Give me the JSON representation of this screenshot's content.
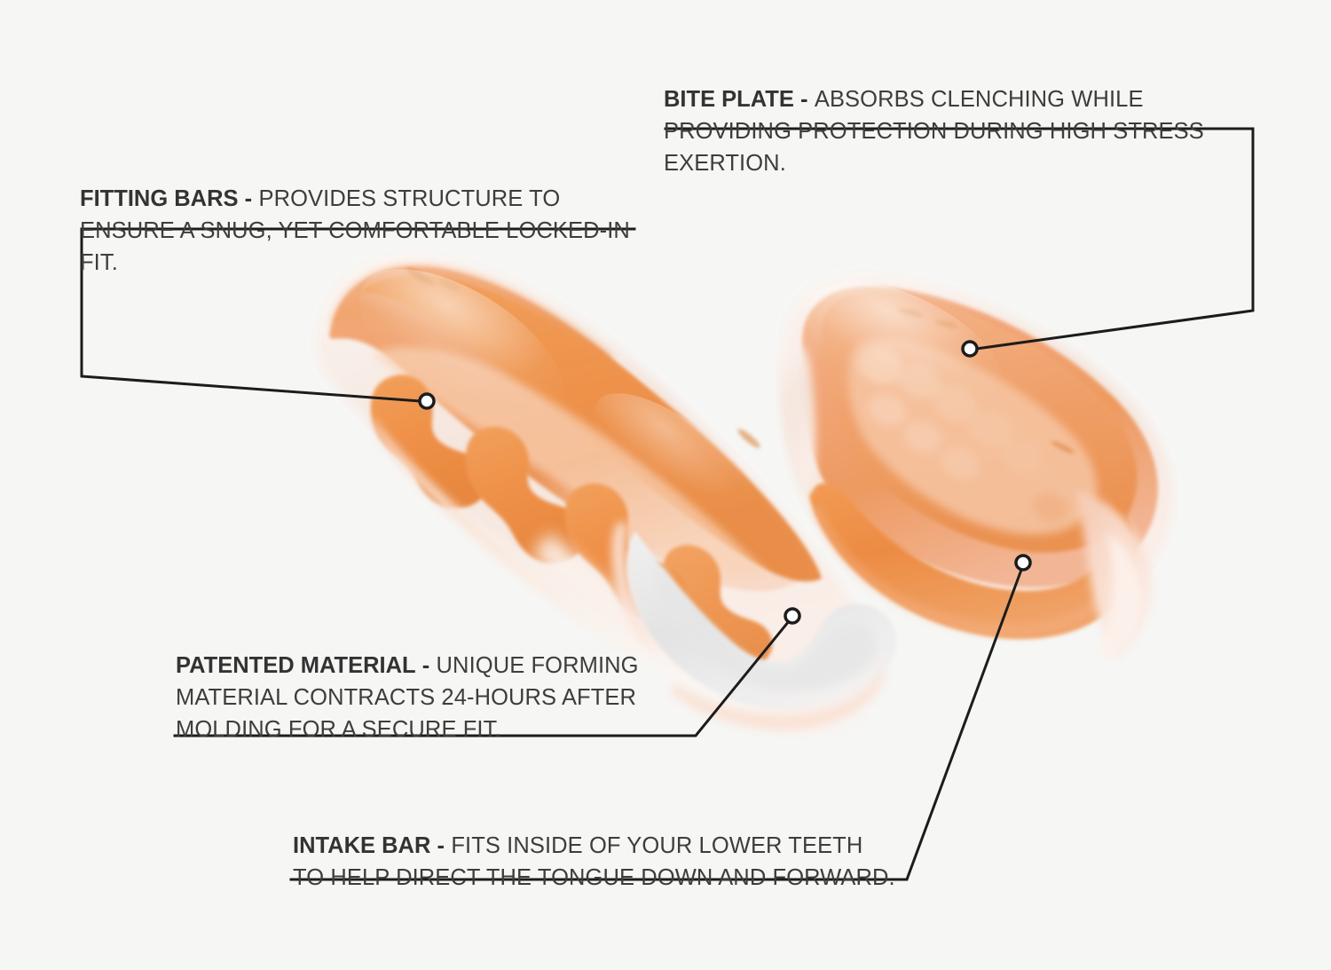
{
  "page": {
    "title": "Mouthguard Product Feature Callouts",
    "background_color": "#f6f6f4",
    "text_color": "#3d3d3d",
    "line_color": "#1c1c1c",
    "accent_orange": "#ef9149",
    "accent_orange_light": "#f0a875",
    "accent_pink_tint": "#f7cbb4",
    "translucent_white": "#ededed"
  },
  "callouts": [
    {
      "id": "bite-plate",
      "term": "BITE PLATE",
      "separator": " - ",
      "description": "ABSORBS CLENCHING WHILE PROVIDING PROTECTION DURING HIGH STRESS EXERTION.",
      "marker_label": "bite-plate-marker"
    },
    {
      "id": "fitting-bars",
      "term": "FITTING BARS",
      "separator": " - ",
      "description": "PROVIDES STRUCTURE TO ENSURE A SNUG, YET COMFORTABLE LOCKED-IN FIT.",
      "marker_label": "fitting-bars-marker"
    },
    {
      "id": "patented-material",
      "term": "PATENTED MATERIAL",
      "separator": " - ",
      "description": "UNIQUE FORMING MATERIAL CONTRACTS 24-HOURS AFTER MOLDING FOR A SECURE FIT.",
      "marker_label": "patented-material-marker"
    },
    {
      "id": "intake-bar",
      "term": "INTAKE BAR",
      "separator": " - ",
      "description": "FITS INSIDE OF YOUR LOWER TEETH TO HELP DIRECT THE TONGUE DOWN AND FORWARD.",
      "marker_label": "intake-bar-marker"
    }
  ],
  "product": {
    "name": "two-piece-orange-mouthguard",
    "pieces": [
      {
        "name": "lower-guard-front",
        "color": "#ef9149"
      },
      {
        "name": "upper-guard-rear",
        "color": "#ef9149"
      },
      {
        "name": "patented-material-fin",
        "color": "#e9e9e9"
      }
    ]
  }
}
